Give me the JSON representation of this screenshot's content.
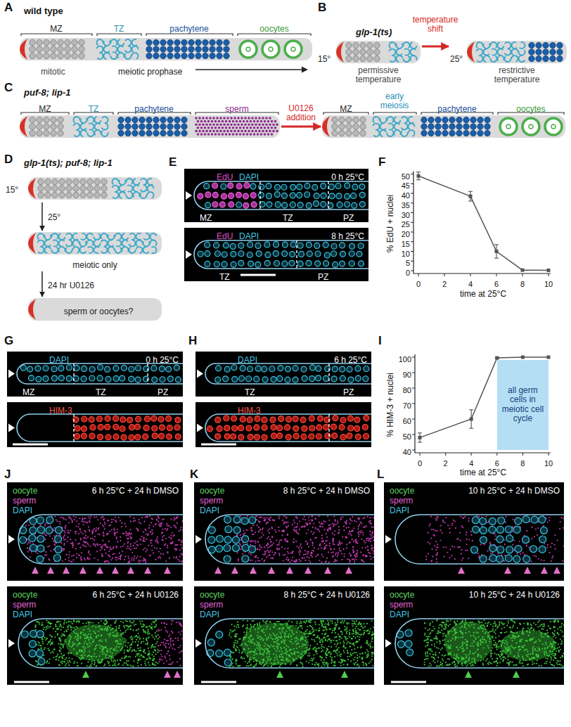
{
  "diagram": {
    "nodes": [
      {
        "text": [
          "MZ",
          "TZ",
          "pachytene",
          "oocytes",
          "mitotic",
          "meiotic prophase"
        ]
      },
      {
        "text": [
          "15°",
          "permissive temperature"
        ]
      },
      {
        "text": [
          "25°",
          "restrictive temperature"
        ]
      },
      {
        "text": [
          "MZ",
          "TZ",
          "pachytene",
          "sperm"
        ]
      },
      {
        "text": [
          "MZ",
          "early meiosis",
          "pachytene",
          "oocytes"
        ]
      },
      {
        "text": [
          "15°"
        ]
      },
      {
        "text": [
          "meiotic only"
        ]
      },
      {
        "text": [
          "sperm or oocytes?"
        ]
      },
      {
        "text": [
          "EdU",
          "DAPI",
          "0 h 25°C",
          "MZ",
          "TZ",
          "PZ"
        ]
      },
      {
        "text": [
          "EdU",
          "DAPI",
          "8 h 25°C",
          "TZ",
          "PZ"
        ]
      },
      {
        "text": [
          "DAPI",
          "0 h 25°C",
          "MZ",
          "TZ",
          "PZ"
        ]
      },
      {
        "text": [
          "HIM-3"
        ]
      },
      {
        "text": [
          "DAPI",
          "6 h 25°C",
          "TZ",
          "PZ"
        ]
      },
      {
        "text": [
          "HIM-3"
        ]
      },
      {
        "text": [
          "all germ cells in meiotic cell cycle"
        ]
      },
      {
        "text": [
          "oocyte",
          "sperm",
          "DAPI",
          "6 h 25°C + 24 h DMSO"
        ]
      },
      {
        "text": [
          "oocyte",
          "sperm",
          "DAPI",
          "6 h 25°C + 24 h U0126"
        ]
      },
      {
        "text": [
          "oocyte",
          "sperm",
          "DAPI",
          "8 h 25°C + 24 h DMSO"
        ]
      },
      {
        "text": [
          "oocyte",
          "sperm",
          "DAPI",
          "8 h 25°C + 24 h U0126"
        ]
      },
      {
        "text": [
          "oocyte",
          "sperm",
          "DAPI",
          "10 h 25°C + 24 h DMSO"
        ]
      },
      {
        "text": [
          "oocyte",
          "sperm",
          "DAPI",
          "10 h 25°C + 24 h U0126"
        ]
      }
    ],
    "edges": [
      {
        "from": 1,
        "to": 2,
        "arrow": "to",
        "label": "temperature shift"
      },
      {
        "from": 3,
        "to": 4,
        "arrow": "to",
        "label": "U0126 addition"
      },
      {
        "from": 5,
        "to": 6,
        "arrow": "to",
        "label": "25°"
      },
      {
        "from": 6,
        "to": 7,
        "arrow": "to",
        "label": "24 hr U0126"
      }
    ],
    "labels": [
      "A",
      "wild type",
      "B",
      "glp-1(ts)",
      "C",
      "puf-8; lip-1",
      "D",
      "glp-1(ts); puf-8; lip-1",
      "E",
      "F",
      "G",
      "H",
      "I",
      "J",
      "K",
      "L",
      "% EdU + nuclei",
      "0",
      "5",
      "10",
      "15",
      "20",
      "25",
      "30",
      "35",
      "40",
      "45",
      "50",
      "0",
      "2",
      "4",
      "6",
      "8",
      "10",
      "time at 25°C",
      "% HIM-3 + nuclei",
      "40",
      "50",
      "60",
      "70",
      "80",
      "90",
      "100",
      "0",
      "2",
      "4",
      "6",
      "8",
      "10",
      "time at 25°C"
    ]
  }
}
